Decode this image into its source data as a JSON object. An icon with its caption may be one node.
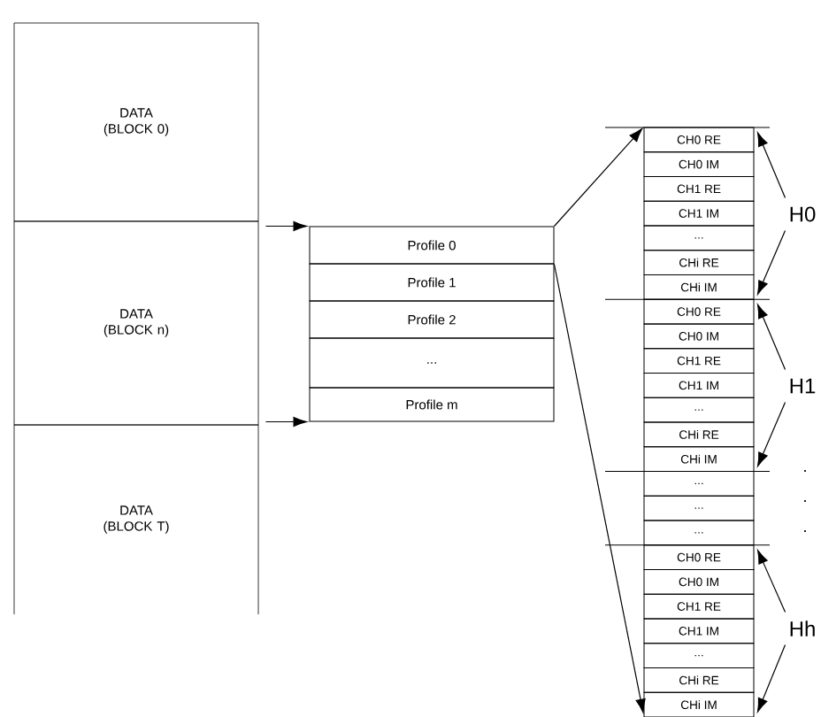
{
  "diagram": {
    "nodes": [
      {
        "text": [
          "DATA (BLOCK 0)"
        ]
      },
      {
        "text": [
          "DATA (BLOCK n)"
        ]
      },
      {
        "text": [
          "DATA (BLOCK T)"
        ]
      },
      {
        "text": [
          "Profile 0"
        ]
      },
      {
        "text": [
          "Profile 1"
        ]
      },
      {
        "text": [
          "Profile 2"
        ]
      },
      {
        "text": [
          "..."
        ]
      },
      {
        "text": [
          "Profile m"
        ]
      },
      {
        "text": [
          "CH0 RE"
        ]
      },
      {
        "text": [
          "CH0 IM"
        ]
      },
      {
        "text": [
          "CH1 RE"
        ]
      },
      {
        "text": [
          "CH1 IM"
        ]
      },
      {
        "text": [
          "..."
        ]
      },
      {
        "text": [
          "CHi RE"
        ]
      },
      {
        "text": [
          "CHi IM"
        ]
      },
      {
        "text": [
          "CH0 RE"
        ]
      },
      {
        "text": [
          "CH0 IM"
        ]
      },
      {
        "text": [
          "CH1 RE"
        ]
      },
      {
        "text": [
          "CH1 IM"
        ]
      },
      {
        "text": [
          "..."
        ]
      },
      {
        "text": [
          "CHi RE"
        ]
      },
      {
        "text": [
          "CHi IM"
        ]
      },
      {
        "text": [
          "..."
        ]
      },
      {
        "text": [
          "..."
        ]
      },
      {
        "text": [
          "..."
        ]
      },
      {
        "text": [
          "CH0 RE"
        ]
      },
      {
        "text": [
          "CH0 IM"
        ]
      },
      {
        "text": [
          "CH1 RE"
        ]
      },
      {
        "text": [
          "CH1 IM"
        ]
      },
      {
        "text": [
          "..."
        ]
      },
      {
        "text": [
          "CHi RE"
        ]
      },
      {
        "text": [
          "CHi IM"
        ]
      },
      {
        "text": [
          "H0"
        ]
      },
      {
        "text": [
          "H1"
        ]
      },
      {
        "text": [
          "Hh"
        ]
      }
    ],
    "edges": [
      {
        "from": 1,
        "to": 3,
        "arrow": "to"
      },
      {
        "from": 1,
        "to": 7,
        "arrow": "to"
      },
      {
        "from": 3,
        "to": 8,
        "arrow": "to"
      },
      {
        "from": 3,
        "to": 31,
        "arrow": "to"
      },
      {
        "from": 32,
        "to": 8,
        "arrow": "to"
      },
      {
        "from": 32,
        "to": 14,
        "arrow": "to"
      },
      {
        "from": 33,
        "to": 15,
        "arrow": "to"
      },
      {
        "from": 33,
        "to": 21,
        "arrow": "to"
      },
      {
        "from": 34,
        "to": 25,
        "arrow": "to"
      },
      {
        "from": 34,
        "to": 31,
        "arrow": "to"
      }
    ],
    "labels": [
      ".",
      ".",
      "."
    ]
  }
}
